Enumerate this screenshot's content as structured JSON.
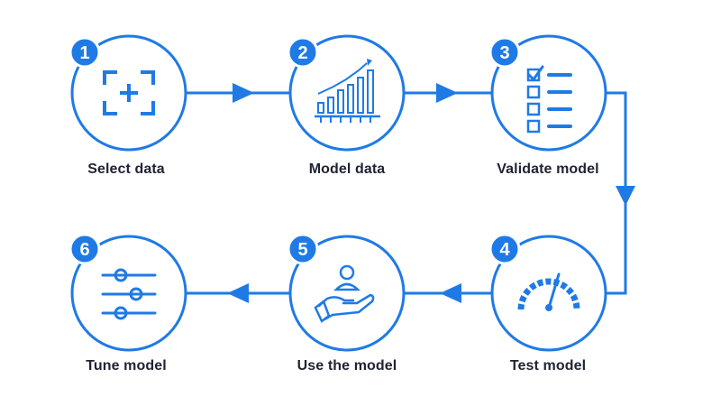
{
  "colors": {
    "accent": "#1f7ae6",
    "text": "#1f2333",
    "background": "#ffffff"
  },
  "steps": [
    {
      "number": "1",
      "label": "Select data",
      "icon": "select-data-icon"
    },
    {
      "number": "2",
      "label": "Model data",
      "icon": "chart-growth-icon"
    },
    {
      "number": "3",
      "label": "Validate model",
      "icon": "checklist-icon"
    },
    {
      "number": "4",
      "label": "Test model",
      "icon": "speedometer-icon"
    },
    {
      "number": "5",
      "label": "Use the model",
      "icon": "hand-person-icon"
    },
    {
      "number": "6",
      "label": "Tune model",
      "icon": "sliders-icon"
    }
  ]
}
